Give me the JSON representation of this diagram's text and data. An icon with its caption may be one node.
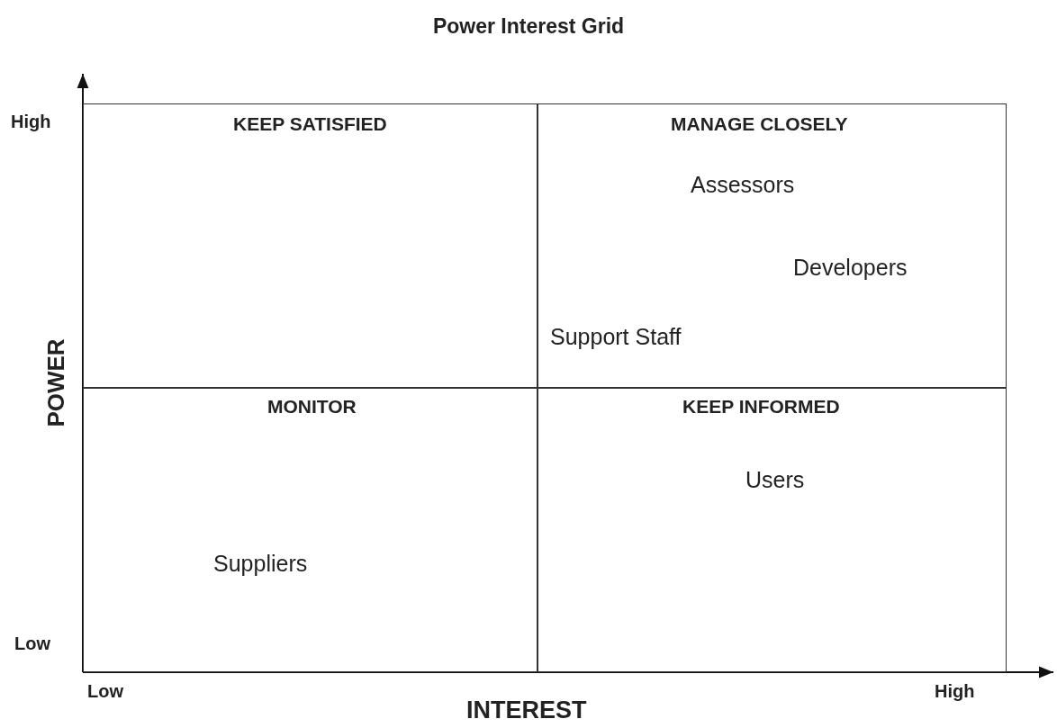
{
  "diagram": {
    "title": "Power Interest Grid",
    "nodes": [
      {
        "text": [
          "KEEP SATISFIED"
        ]
      },
      {
        "text": [
          "MANAGE CLOSELY",
          "Assessors",
          "Developers",
          "Support Staff"
        ]
      },
      {
        "text": [
          "MONITOR",
          "Suppliers"
        ]
      },
      {
        "text": [
          "KEEP INFORMED",
          "Users"
        ]
      }
    ],
    "labels": [
      "High",
      "Low",
      "POWER",
      "Low",
      "High",
      "INTEREST"
    ]
  }
}
